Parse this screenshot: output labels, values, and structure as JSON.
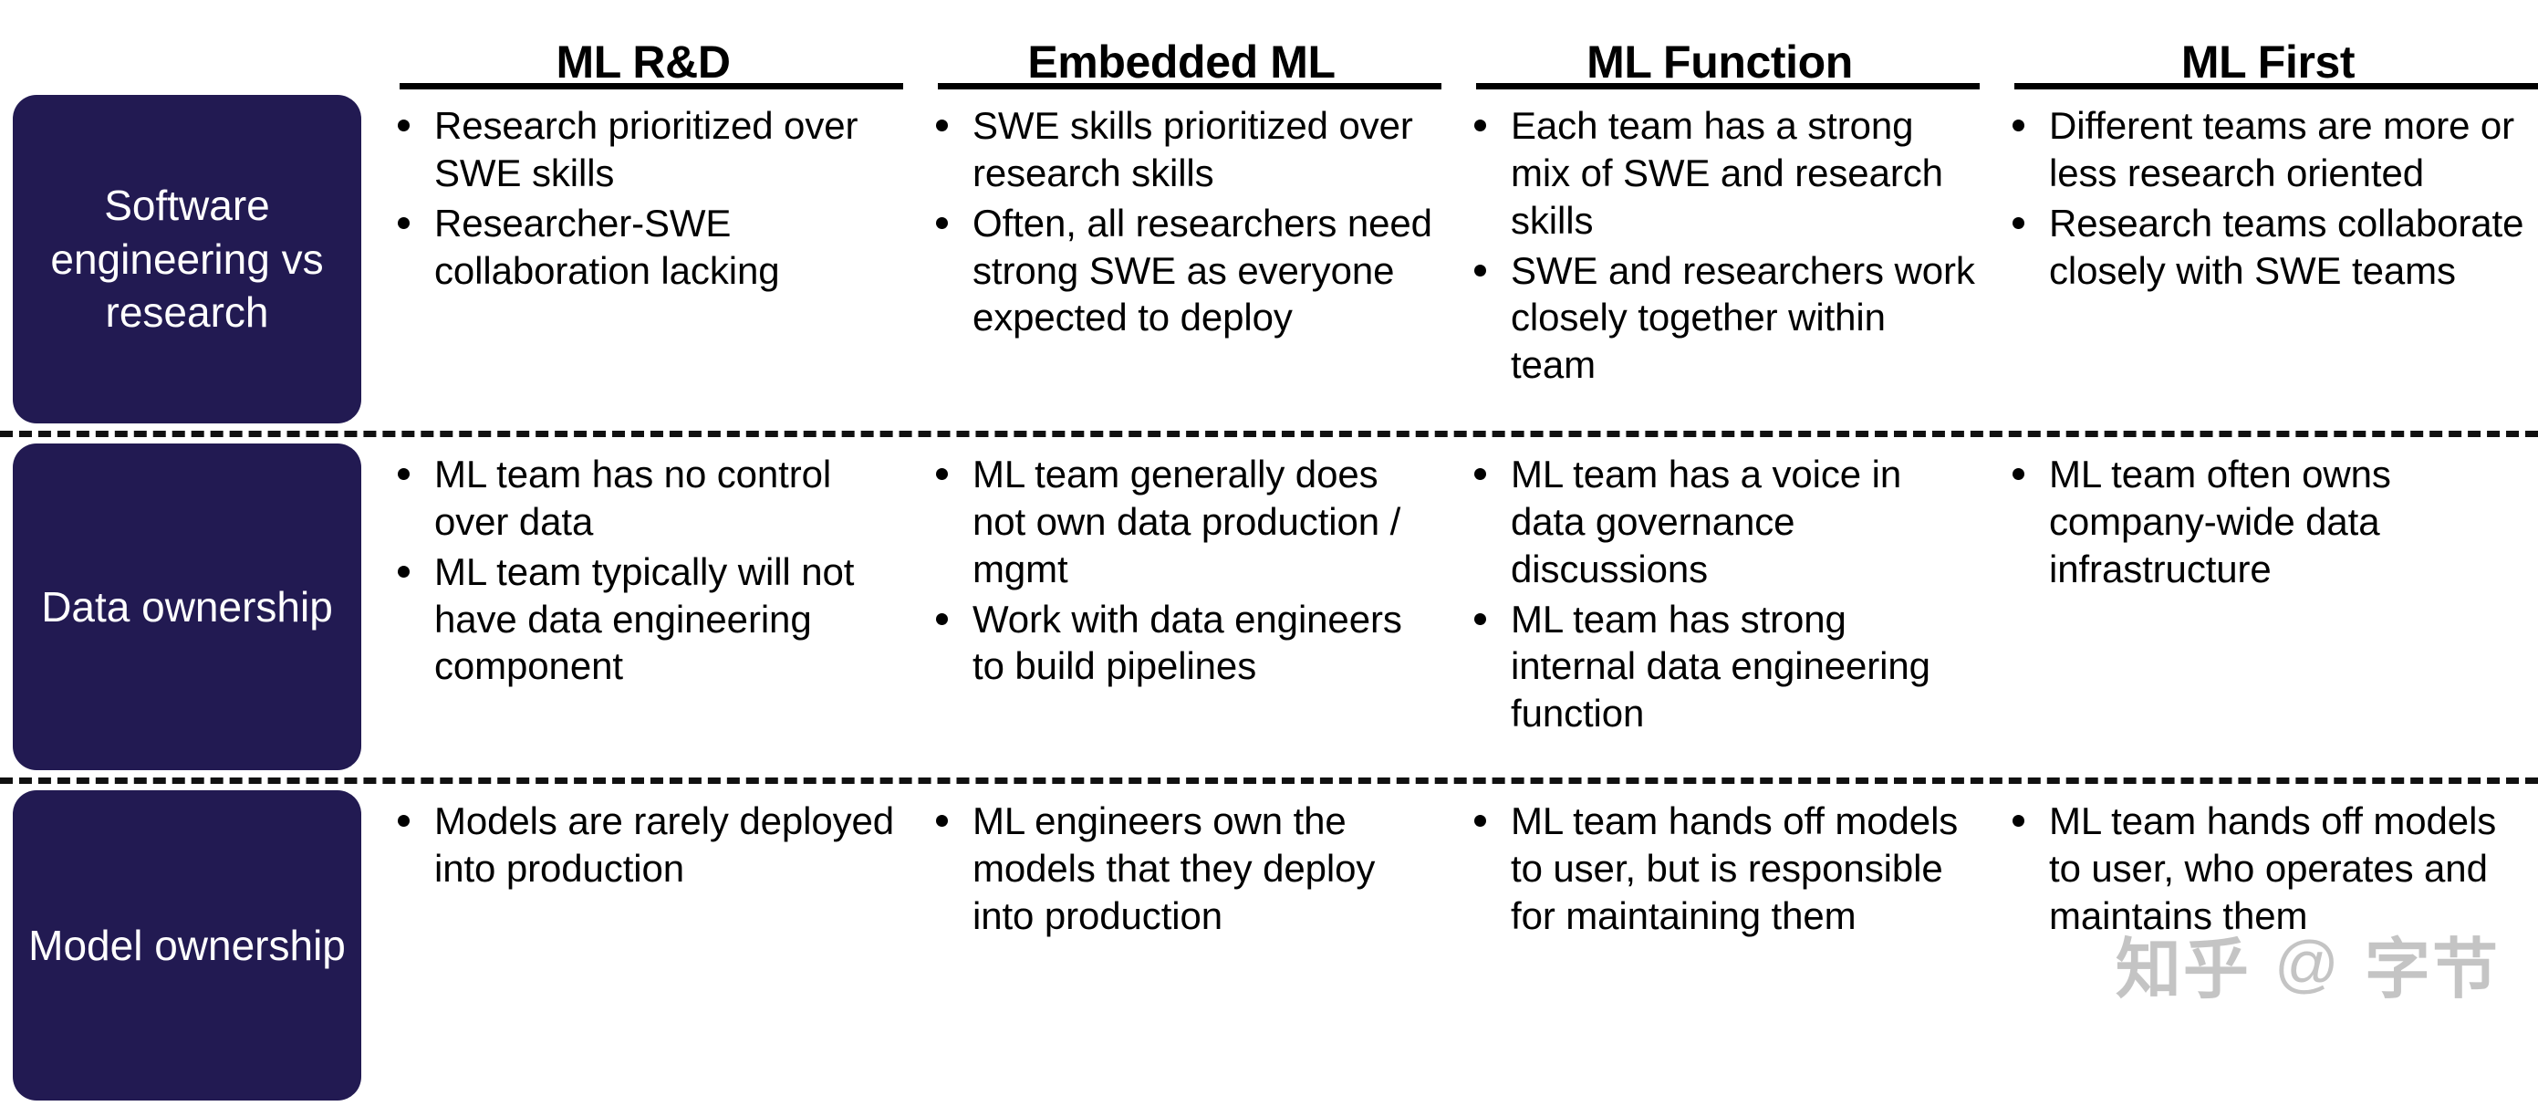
{
  "matrix": {
    "column_headers": [
      {
        "label": "ML R&D"
      },
      {
        "label": "Embedded ML"
      },
      {
        "label": "ML Function"
      },
      {
        "label": "ML First"
      }
    ],
    "rows": [
      {
        "label": "Software engineering vs research",
        "cells": [
          {
            "column": "ML R&D",
            "bullets": [
              "Research prioritized over SWE skills",
              "Researcher-SWE collaboration lacking"
            ]
          },
          {
            "column": "Embedded ML",
            "bullets": [
              "SWE skills prioritized over research skills",
              "Often, all researchers need strong SWE as everyone expected to deploy"
            ]
          },
          {
            "column": "ML Function",
            "bullets": [
              "Each team has a strong mix of SWE and research skills",
              "SWE and researchers work closely together within team"
            ]
          },
          {
            "column": "ML First",
            "bullets": [
              "Different teams are more or less research oriented",
              "Research teams collaborate closely with SWE teams"
            ]
          }
        ]
      },
      {
        "label": "Data ownership",
        "cells": [
          {
            "column": "ML R&D",
            "bullets": [
              "ML team has no control over data",
              "ML team typically will not have data engineering component"
            ]
          },
          {
            "column": "Embedded ML",
            "bullets": [
              "ML team generally does not own data production / mgmt",
              "Work with data engineers to build pipelines"
            ]
          },
          {
            "column": "ML Function",
            "bullets": [
              "ML team has a voice in data governance discussions",
              "ML team has strong internal data engineering function"
            ]
          },
          {
            "column": "ML First",
            "bullets": [
              "ML team often owns company-wide data infrastructure"
            ]
          }
        ]
      },
      {
        "label": "Model ownership",
        "cells": [
          {
            "column": "ML R&D",
            "bullets": [
              "Models are rarely deployed into production"
            ]
          },
          {
            "column": "Embedded ML",
            "bullets": [
              "ML engineers own the models that they deploy into production"
            ]
          },
          {
            "column": "ML Function",
            "bullets": [
              "ML team hands off models to user, but is responsible for maintaining them"
            ]
          },
          {
            "column": "ML First",
            "bullets": [
              "ML team hands off models to user, who operates and maintains them"
            ]
          }
        ]
      }
    ]
  },
  "watermark": {
    "site": "知乎",
    "at": "@",
    "handle": "字节"
  },
  "colors": {
    "row_label_background": "#221a52",
    "row_label_text": "#ffffff",
    "body_text": "#000000",
    "rule": "#000000",
    "watermark": "#c4c4c4",
    "page_background": "#ffffff"
  }
}
